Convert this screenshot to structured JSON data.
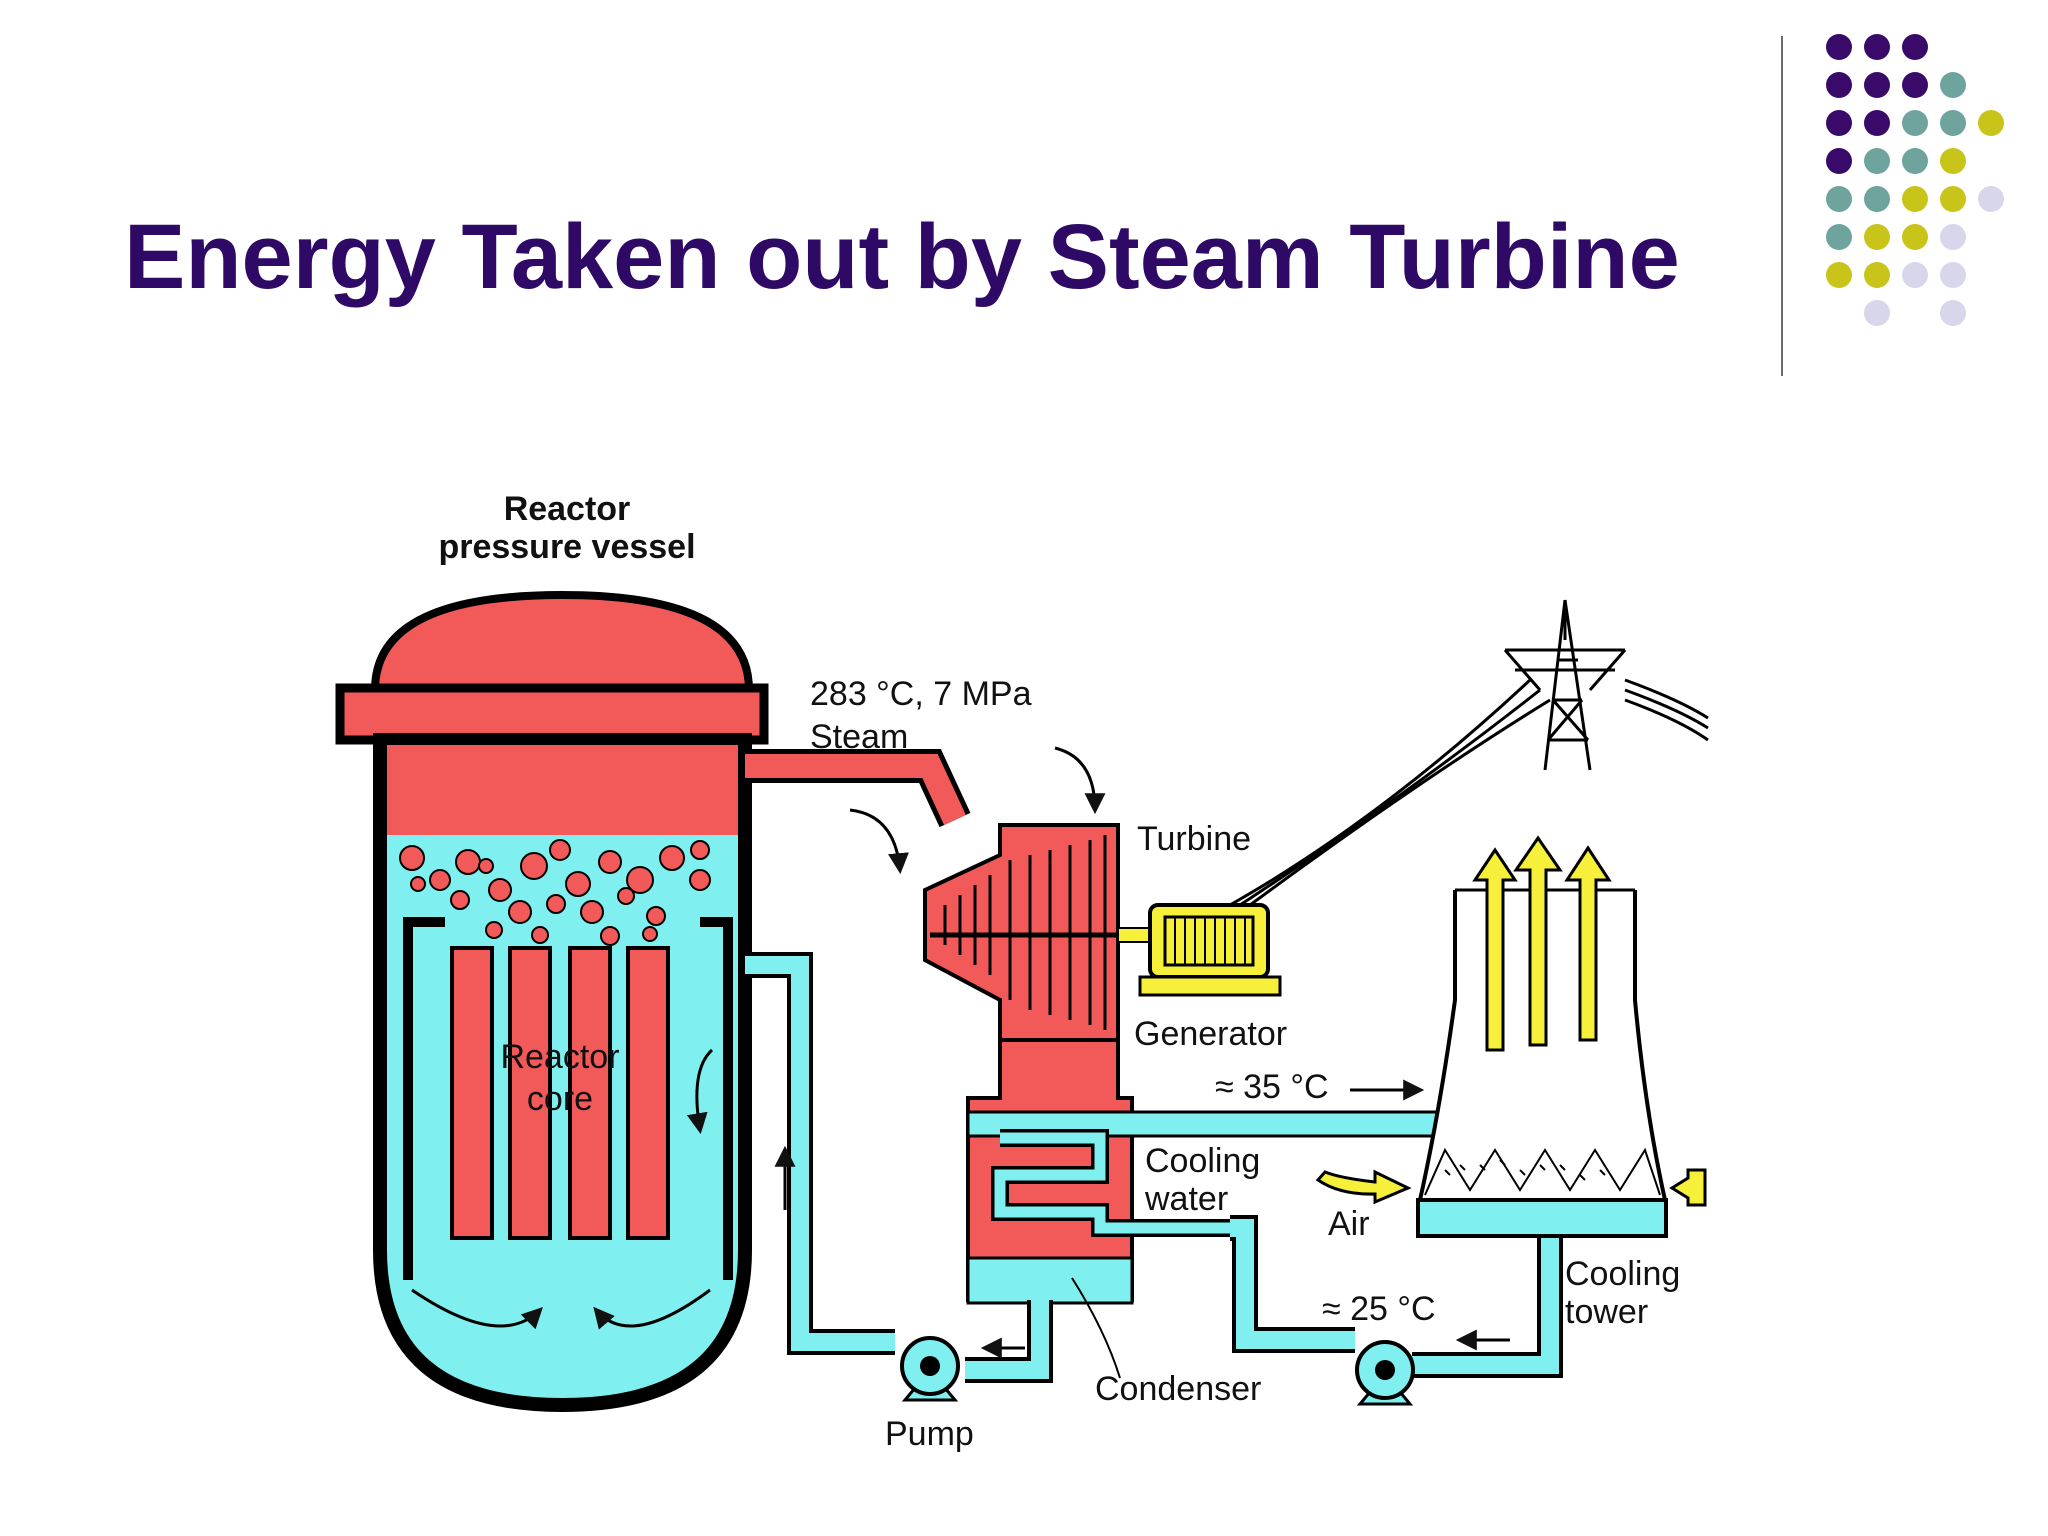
{
  "slide": {
    "title": "Energy Taken out by Steam Turbine"
  },
  "colors": {
    "title": "#2e0a66",
    "dot_purple": "#3a0a6a",
    "dot_teal": "#6fa39e",
    "dot_olive": "#c8c41a",
    "dot_lavender": "#d8d6ea",
    "steam_red": "#f25a5a",
    "water_cyan": "#7ff0ef",
    "air_yellow": "#f7f03a"
  },
  "decoration_dots": [
    [
      "purple",
      "purple",
      "purple",
      "",
      ""
    ],
    [
      "purple",
      "purple",
      "purple",
      "teal",
      ""
    ],
    [
      "purple",
      "purple",
      "teal",
      "teal",
      "olive"
    ],
    [
      "purple",
      "teal",
      "teal",
      "olive",
      ""
    ],
    [
      "teal",
      "teal",
      "olive",
      "olive",
      "lavender"
    ],
    [
      "teal",
      "olive",
      "olive",
      "lavender",
      ""
    ],
    [
      "olive",
      "olive",
      "lavender",
      "lavender",
      ""
    ],
    [
      "",
      "lavender",
      "",
      "lavender",
      ""
    ]
  ],
  "diagram": {
    "vessel_label_line1": "Reactor",
    "vessel_label_line2": "pressure vessel",
    "steam_label_line1": "283 °C, 7 MPa",
    "steam_label_line2": "Steam",
    "turbine_label": "Turbine",
    "generator_label": "Generator",
    "core_label_line1": "Reactor",
    "core_label_line2": "core",
    "hot_water_label": "≈ 35 °C",
    "cooling_water_line1": "Cooling",
    "cooling_water_line2": "water",
    "air_label": "Air",
    "cool_water_label": "≈ 25 °C",
    "cooling_tower_line1": "Cooling",
    "cooling_tower_line2": "tower",
    "condenser_label": "Condenser",
    "pump_label": "Pump"
  }
}
